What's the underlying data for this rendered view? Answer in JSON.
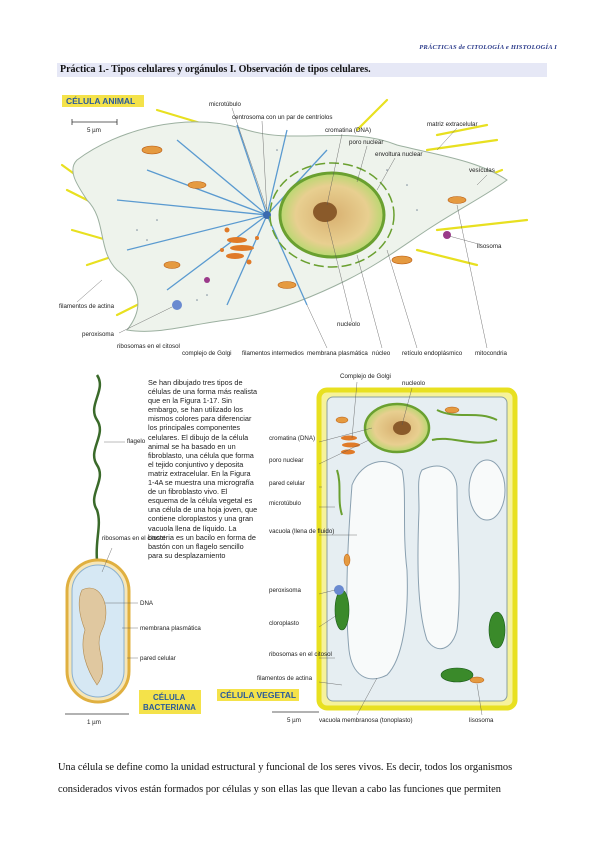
{
  "header": {
    "running_title": "PRÁCTICAS de CITOLOGÍA e HISTOLOGÍA I"
  },
  "section": {
    "title": "Práctica 1.- Tipos celulares y orgánulos I. Observación de tipos celulares."
  },
  "figure": {
    "animal": {
      "heading": "CÉLULA ANIMAL",
      "scale": "5 µm",
      "labels": {
        "microtubulo": "microtúbulo",
        "centrosoma": "centrosoma con un par de centríolos",
        "cromatina": "cromatina (DNA)",
        "poro": "poro nuclear",
        "envoltura": "envoltura nuclear",
        "matriz": "matriz extracelular",
        "vesiculas": "vesículas",
        "lisosoma": "lisosoma",
        "filamentos_actina": "filamentos de actina",
        "peroxisoma": "peroxisoma",
        "ribosomas": "ribosomas en el citosol",
        "golgi": "complejo de Golgi",
        "filamentos_intermedios": "filamentos intermedios",
        "nucleolo": "nucleolo",
        "membrana": "membrana plasmática",
        "nucleo": "núcleo",
        "reticulo": "retículo endoplásmico",
        "mitocondria": "mitocondria"
      }
    },
    "description": "Se han dibujado tres tipos de células de una forma más realista que en la Figura 1-17. Sin embargo, se han utilizado los mismos colores para diferenciar los principales componentes celulares. El dibujo de la célula animal se ha basado en un fibroblasto, una célula que forma el tejido conjuntivo y deposita matriz extracelular. En la Figura 1-4A se muestra una micrografía de un fibroblasto vivo. El esquema de la célula vegetal es una célula de una hoja joven, que contiene cloroplastos y una gran vacuola llena de líquido. La bacteria es un bacilo en forma de bastón con un flagelo sencillo para su desplazamiento",
    "bacteria": {
      "heading_line1": "CÉLULA",
      "heading_line2": "BACTERIANA",
      "scale": "1 µm",
      "labels": {
        "flagelo": "flagelo",
        "ribosomas": "ribosomas en el citosol",
        "dna": "DNA",
        "membrana": "membrana plasmática",
        "pared": "pared celular"
      }
    },
    "plant": {
      "heading": "CÉLULA VEGETAL",
      "scale": "5 µm",
      "labels": {
        "golgi": "Complejo de Golgi",
        "nucleolo": "nucleolo",
        "cromatina": "cromatina (DNA)",
        "poro": "poro nuclear",
        "pared": "pared celular",
        "microtubulo": "microtúbulo",
        "vacuola": "vacuola (llena de fluido)",
        "peroxisoma": "peroxisoma",
        "cloroplasto": "cloroplasto",
        "ribosomas": "ribosomas en el citosol",
        "filamentos_actina": "filamentos de actina",
        "tonoplasto": "vacuola membranosa (tonoplasto)",
        "lisosoma": "lisosoma"
      }
    }
  },
  "body_text": "Una célula se define como la unidad estructural y funcional de los seres vivos. Es decir, todos los organismos considerados vivos están formados por células y son ellas las que llevan a cabo las funciones que permiten",
  "colors": {
    "title_bg": "#e6e8f6",
    "header_text": "#2a3a8a",
    "heading_bg": "#f4e24a",
    "matrix_yellow": "#e8e020",
    "nucleus_green": "#8fc04a",
    "mitochondria_orange": "#e07a28",
    "microtubule_blue": "#5a9ad0"
  }
}
